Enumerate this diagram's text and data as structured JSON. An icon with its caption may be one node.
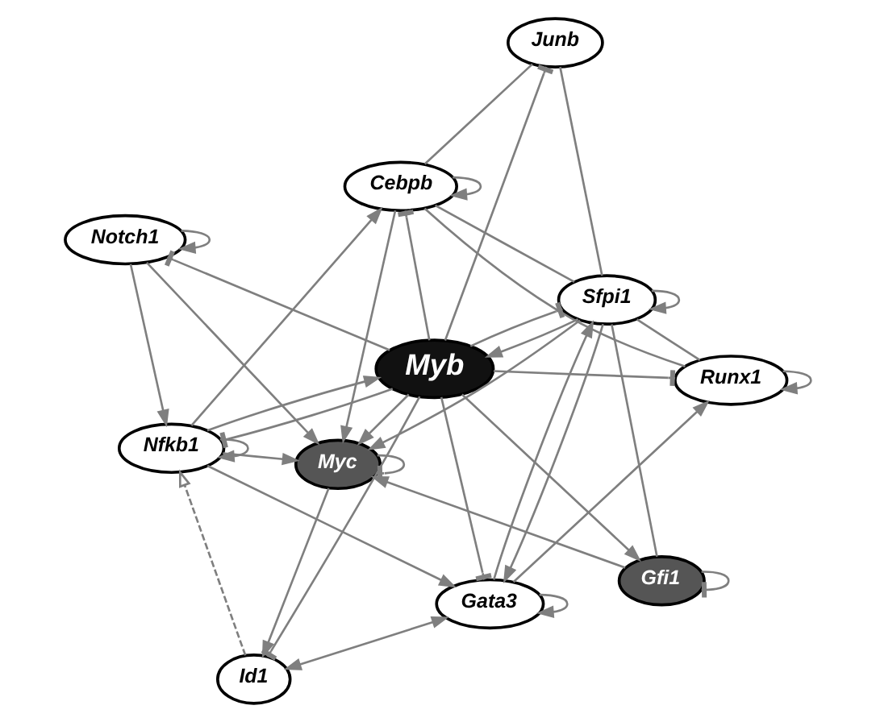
{
  "diagram": {
    "nodes": [
      {
        "text": [
          "Cebpb"
        ]
      },
      {
        "text": [
          "Notch1"
        ]
      },
      {
        "text": [
          "Nfkb1"
        ]
      },
      {
        "text": [
          "Junb"
        ]
      },
      {
        "text": [
          "Sfpi1"
        ]
      },
      {
        "text": [
          "Myb"
        ]
      },
      {
        "text": [
          "Id1"
        ]
      },
      {
        "text": [
          "Runx1"
        ]
      },
      {
        "text": [
          "Myc"
        ]
      },
      {
        "text": [
          "Gfi1"
        ]
      },
      {
        "text": [
          "Gata3"
        ]
      }
    ],
    "edges": [
      {
        "from": 0,
        "to": 0,
        "arrow": "to"
      },
      {
        "from": 1,
        "to": 1,
        "arrow": "to"
      },
      {
        "from": 2,
        "to": 2,
        "arrow": "to"
      },
      {
        "from": 2,
        "to": 0,
        "arrow": "to"
      },
      {
        "from": 1,
        "to": 2,
        "arrow": "to"
      },
      {
        "from": 0,
        "to": 3,
        "arrow": "none"
      },
      {
        "from": 0,
        "to": 4,
        "arrow": "none"
      },
      {
        "from": 0,
        "to": 7,
        "arrow": "none"
      },
      {
        "from": 5,
        "to": 0,
        "arrow": "other"
      },
      {
        "from": 0,
        "to": 8,
        "arrow": "to"
      },
      {
        "from": 5,
        "to": 3,
        "arrow": "other"
      },
      {
        "from": 3,
        "to": 4,
        "arrow": "none"
      },
      {
        "from": 5,
        "to": 1,
        "arrow": "other"
      },
      {
        "from": 1,
        "to": 8,
        "arrow": "to"
      },
      {
        "from": 2,
        "to": 5,
        "arrow": "to"
      },
      {
        "from": 5,
        "to": 2,
        "arrow": "other"
      },
      {
        "from": 2,
        "to": 10,
        "arrow": "to"
      },
      {
        "from": 2,
        "to": 8,
        "arrow": "to"
      },
      {
        "from": 6,
        "to": 2,
        "arrow": "to",
        "style": "dashed"
      },
      {
        "from": 5,
        "to": 6,
        "arrow": "other"
      },
      {
        "from": 10,
        "to": 6,
        "arrow": "both"
      },
      {
        "from": 8,
        "to": 6,
        "arrow": "to"
      },
      {
        "from": 4,
        "to": 4,
        "arrow": "to"
      },
      {
        "from": 4,
        "to": 5,
        "arrow": "to"
      },
      {
        "from": 5,
        "to": 4,
        "arrow": "other"
      },
      {
        "from": 4,
        "to": 8,
        "arrow": "to"
      },
      {
        "from": 4,
        "to": 7,
        "arrow": "none"
      },
      {
        "from": 10,
        "to": 4,
        "arrow": "to"
      },
      {
        "from": 4,
        "to": 10,
        "arrow": "to"
      },
      {
        "from": 4,
        "to": 9,
        "arrow": "none"
      },
      {
        "from": 7,
        "to": 7,
        "arrow": "to"
      },
      {
        "from": 5,
        "to": 7,
        "arrow": "other"
      },
      {
        "from": 10,
        "to": 7,
        "arrow": "to"
      },
      {
        "from": 5,
        "to": 9,
        "arrow": "to"
      },
      {
        "from": 5,
        "to": 10,
        "arrow": "other"
      },
      {
        "from": 5,
        "to": 8,
        "arrow": "to"
      },
      {
        "from": 9,
        "to": 8,
        "arrow": "to"
      },
      {
        "from": 9,
        "to": 9,
        "arrow": "other"
      },
      {
        "from": 8,
        "to": 8,
        "arrow": "other"
      },
      {
        "from": 10,
        "to": 10,
        "arrow": "to"
      }
    ]
  }
}
